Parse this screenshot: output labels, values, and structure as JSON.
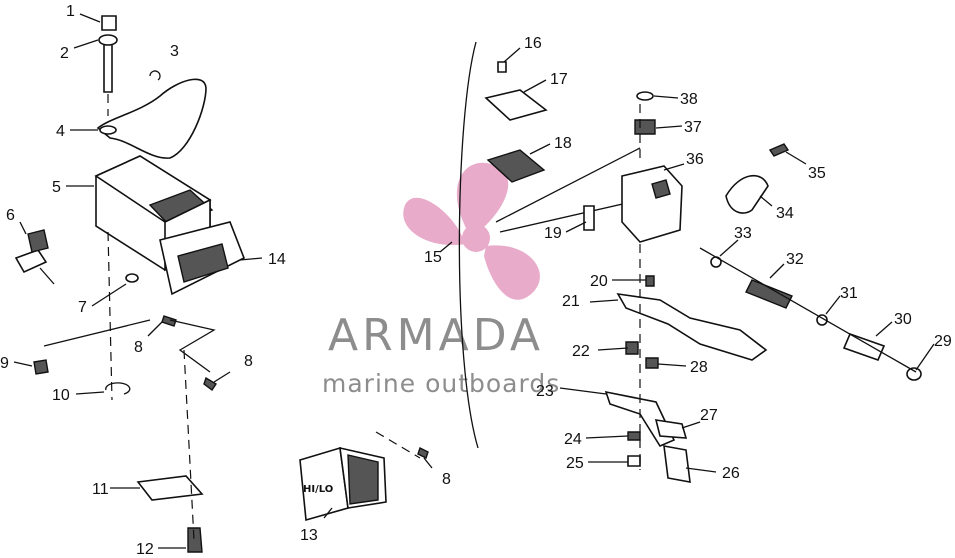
{
  "watermark": {
    "brand": "ARMADA",
    "tagline": "marine outboards",
    "accent_color": "#e6a3c4",
    "text_color": "#7a7a7a"
  },
  "switch_label": "HI/LO",
  "callouts": [
    "1",
    "2",
    "3",
    "4",
    "5",
    "6",
    "7",
    "8",
    "8",
    "8",
    "9",
    "10",
    "11",
    "12",
    "13",
    "14",
    "15",
    "16",
    "17",
    "18",
    "19",
    "20",
    "21",
    "22",
    "23",
    "24",
    "25",
    "26",
    "27",
    "28",
    "29",
    "30",
    "31",
    "32",
    "33",
    "34",
    "35",
    "36",
    "37",
    "38"
  ]
}
